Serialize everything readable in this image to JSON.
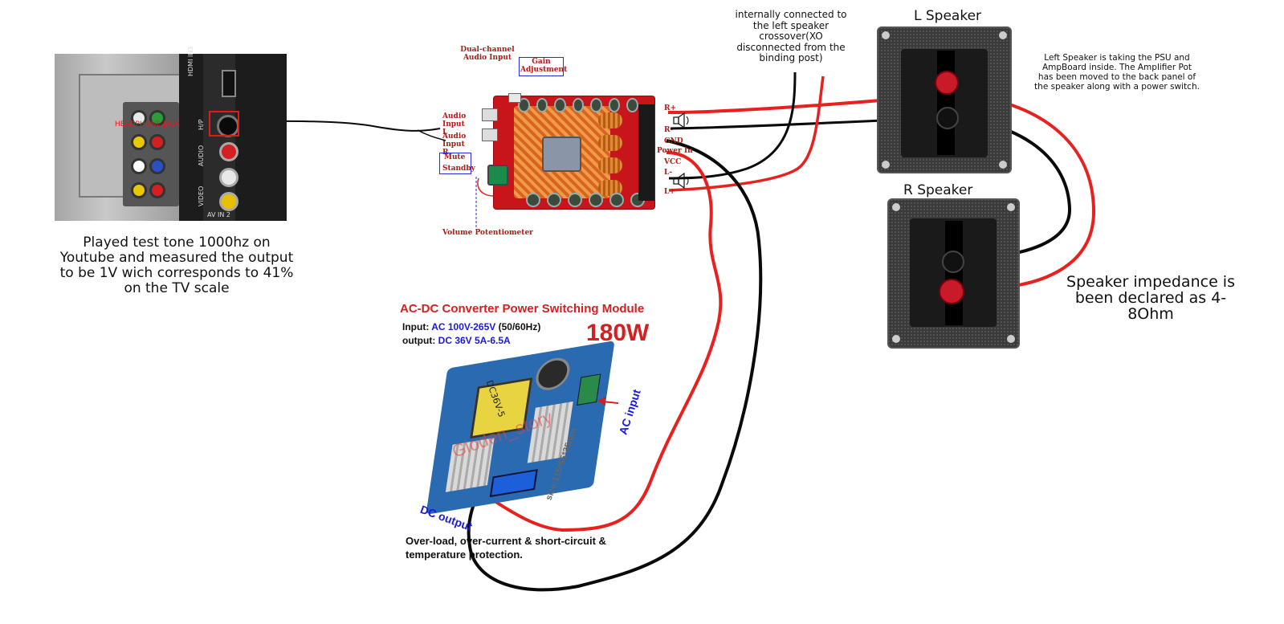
{
  "tv": {
    "headphone_label": "HEADPHONE JACK",
    "port_labels": [
      "HDMI IN3",
      "H/P",
      "AUDIO",
      "VIDEO",
      "AV IN 2"
    ]
  },
  "notes": {
    "tv_note": "Played  test tone 1000hz on Youtube and measured the output  to be 1V wich corresponds to 41% on the TV scale",
    "internal_note": "internally connected to the left speaker crossover(XO disconnected from the binding post)",
    "left_speaker_note": "Left Speaker is taking the PSU and AmpBoard inside. The Amplifier Pot has been moved to the back panel of the speaker along with   a   power switch.",
    "impedance_note": "Speaker impedance is been declared as 4-8Ohm"
  },
  "speakers": {
    "left_title": "L Speaker",
    "right_title": "R Speaker"
  },
  "amp_board": {
    "dual_channel": "Dual-channel Audio Input",
    "gain": "Gain Adjustment",
    "audio_l": "Audio Input L",
    "audio_r": "Audio Input R",
    "mute": "Mute",
    "standby": "Standby",
    "volume": "Volume Potentiometer",
    "r_plus": "R+",
    "r_minus": "R-",
    "gnd": "GND",
    "power_in": "Power In",
    "vcc": "VCC",
    "l_minus": "L-",
    "l_plus": "L+"
  },
  "psu": {
    "title": "AC-DC Converter Power Switching Module",
    "input_label": "Input:",
    "input_value": "AC 100V-265V",
    "input_freq": "(50/60Hz)",
    "output_label": "output:",
    "output_value": "DC 36V 5A-6.5A",
    "wattage": "180W",
    "ac_input": "AC input",
    "dc_output": "DC output",
    "size": "size:115*65*35mm",
    "chip": "DC36V-5",
    "watermark": "Gloden_story",
    "protection": "Over-load, over-current & short-circuit & temperature protection."
  },
  "colors": {
    "wire_red": "#e8201e",
    "wire_black": "#0a0a0a",
    "pcb_red": "#c8141b",
    "heatsink": "#e07a2a",
    "psu_title": "#d42020",
    "psu_blue": "#1a1ad8",
    "panel": "#2a2a2a"
  }
}
